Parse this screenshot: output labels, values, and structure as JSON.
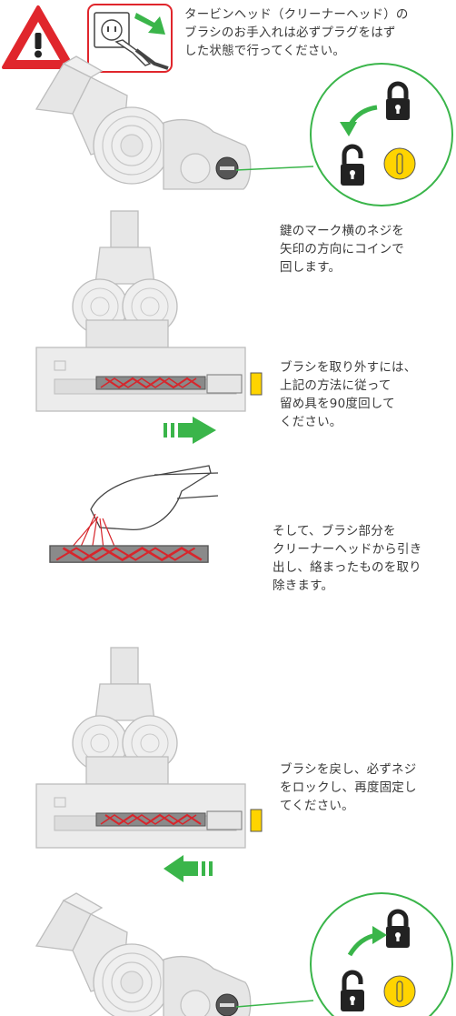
{
  "warning": {
    "lines": [
      "タービンヘッド（クリーナーヘッド）の",
      "ブラシのお手入れは必ずプラグをはず",
      "した状態で行ってください。"
    ]
  },
  "steps": [
    {
      "lines": [
        "鍵のマーク横のネジを",
        "矢印の方向にコインで",
        "回します。"
      ]
    },
    {
      "lines": [
        "ブラシを取り外すには、",
        "上記の方法に従って",
        "留め具を90度回して",
        "ください。"
      ]
    },
    {
      "lines": [
        "そして、ブラシ部分を",
        "クリーナーヘッドから引き",
        "出し、絡まったものを取り",
        "除きます。"
      ]
    },
    {
      "lines": [
        "ブラシを戻し、必ずネジ",
        "をロックし、再度固定し",
        "てください。"
      ]
    }
  ],
  "colors": {
    "warning_red": "#e0262c",
    "arrow_green": "#3ab54a",
    "brush_red": "#d7262c",
    "coin_yellow": "#ffd400",
    "device_gray": "#e2e2e2",
    "outline_gray": "#b9b9b9"
  }
}
